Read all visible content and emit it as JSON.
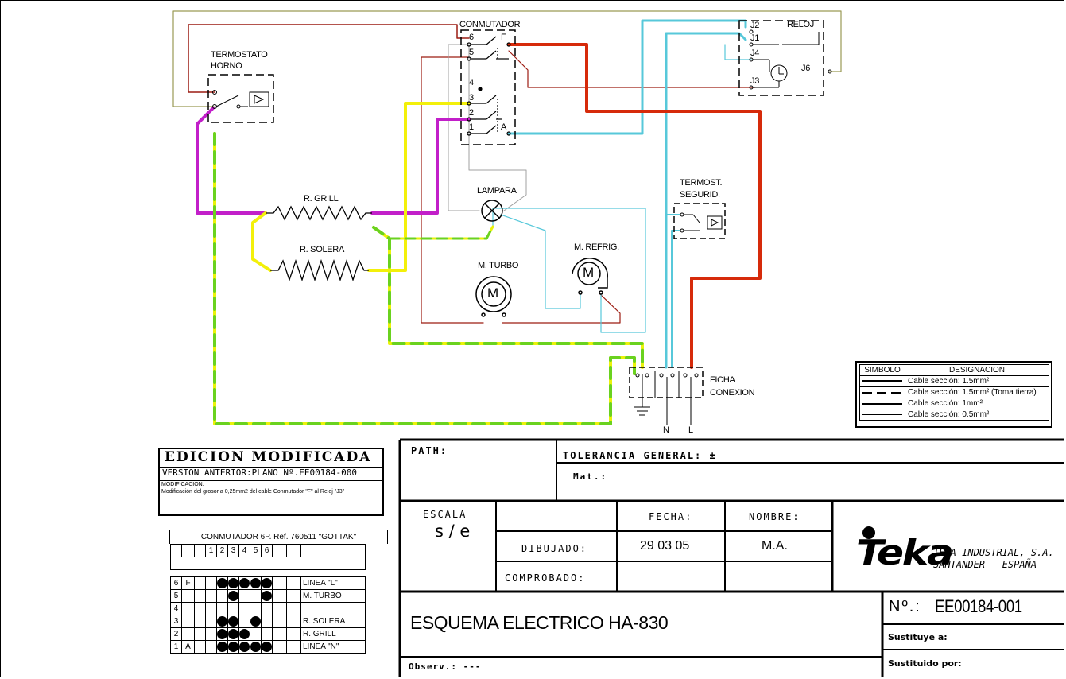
{
  "schematic": {
    "thermostat_oven": [
      "TERMOSTATO",
      "HORNO"
    ],
    "switch_title": "CONMUTADOR",
    "switch_pins": [
      "6",
      "5",
      "4",
      "3",
      "2",
      "1"
    ],
    "switch_pin_F": "F",
    "switch_pin_A": "A",
    "clock_title": "RELOJ",
    "clock_pins": [
      "J2",
      "J1",
      "J4",
      "J3",
      "J6"
    ],
    "lamp": "LAMPARA",
    "grill": "R. GRILL",
    "bottom_element": "R. SOLERA",
    "turbo_motor": "M. TURBO",
    "fan_motor": "M. REFRIG.",
    "motor_symbol": "M",
    "safety_thermostat": [
      "TERMOST.",
      "SEGURID."
    ],
    "connector": [
      "FICHA",
      "CONEXION"
    ],
    "terminal_n": "N",
    "terminal_l": "L"
  },
  "legend": {
    "header_symbol": "SIMBOLO",
    "header_designation": "DESIGNACION",
    "rows": [
      "Cable sección: 1.5mm²",
      "Cable sección: 1.5mm² (Toma tierra)",
      "Cable sección: 1mm²",
      "Cable sección: 0.5mm²"
    ]
  },
  "edition": {
    "title": "EDICION MODIFICADA",
    "previous_label": "VERSION ANTERIOR:",
    "previous_value": "PLANO Nº.EE00184-000",
    "modification_label": "MODIFICACION:",
    "modification_text": "Modificación del grosor a 0,25mm2 del cable Conmutador \"F\" al Relej \"J3\""
  },
  "switch_table": {
    "title": "CONMUTADOR 6P. Ref. 760511 \"GOTTAK\"",
    "columns": [
      "1",
      "2",
      "3",
      "4",
      "5",
      "6"
    ],
    "rows": [
      {
        "pin": "6",
        "letter": "F",
        "dots": [
          2,
          3,
          4,
          5,
          6
        ],
        "label": "LINEA \"L\""
      },
      {
        "pin": "5",
        "letter": "",
        "dots": [
          3,
          6
        ],
        "label": "M. TURBO"
      },
      {
        "pin": "4",
        "letter": "",
        "dots": [],
        "label": ""
      },
      {
        "pin": "3",
        "letter": "",
        "dots": [
          2,
          3,
          5
        ],
        "label": "R. SOLERA"
      },
      {
        "pin": "2",
        "letter": "",
        "dots": [
          2,
          3,
          4
        ],
        "label": "R. GRILL"
      },
      {
        "pin": "1",
        "letter": "A",
        "dots": [
          2,
          3,
          4,
          5,
          6
        ],
        "label": "LINEA \"N\""
      }
    ]
  },
  "title_block": {
    "path_label": "PATH:",
    "tolerance_label": "TOLERANCIA GENERAL: ±",
    "material_label": "Mat.:",
    "scale_label": "ESCALA",
    "scale_value": "s / e",
    "date_label": "FECHA:",
    "name_label": "NOMBRE:",
    "drawn_label": "DIBUJADO:",
    "drawn_date": "29 03 05",
    "drawn_name": "M.A.",
    "checked_label": "COMPROBADO:",
    "logo_text": "Teka",
    "company_line1": "TEKA INDUSTRIAL, S.A.",
    "company_line2": "SANTANDER - ESPAÑA",
    "drawing_title": "ESQUEMA ELECTRICO HA-830",
    "number_label": "Nº.:",
    "number_value": "EE00184-001",
    "replaces_label": "Sustituye a:",
    "replaced_by_label": "Sustituido por:",
    "observations_label": "Observ.: ---"
  },
  "colors": {
    "red_wire": "#d62a0a",
    "dark_red_wire": "#9c1c12",
    "magenta_wire": "#c21fc9",
    "yellow_wire": "#f3f00a",
    "cyan_wire": "#57c8da",
    "earth_wire_green": "#6ad21f",
    "earth_wire_yellow": "#eaf20a"
  }
}
